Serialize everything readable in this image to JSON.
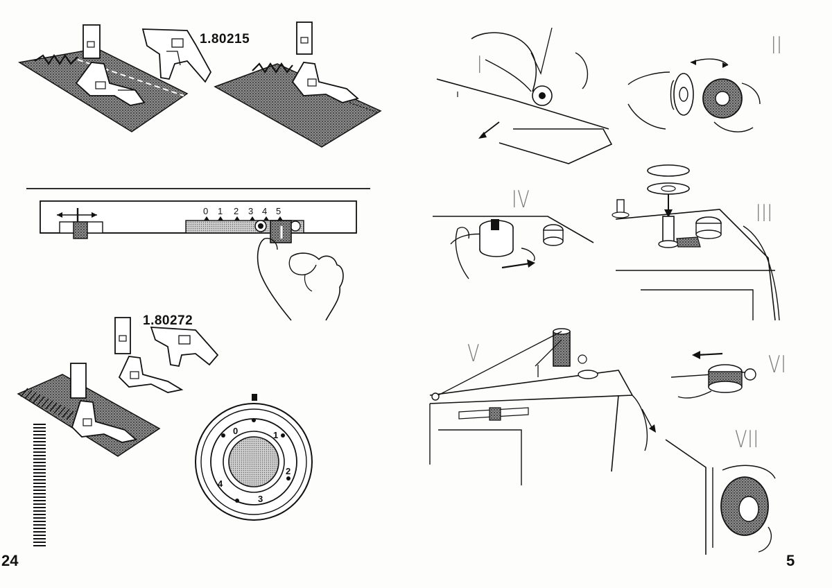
{
  "left_page": {
    "part_numbers": [
      "1.80215",
      "1.80272"
    ],
    "stitch_width_scale": [
      "0",
      "1",
      "2",
      "3",
      "4",
      "5"
    ],
    "dial_numbers": [
      "0",
      "1",
      "2",
      "3",
      "4"
    ],
    "page_number": "24"
  },
  "right_page": {
    "steps": [
      "I",
      "II",
      "III",
      "IV",
      "V",
      "VI",
      "VII"
    ],
    "page_number": "5"
  },
  "colors": {
    "ink": "#111111",
    "hatch": "#555555",
    "step_label": "#7a7a7a",
    "paper": "#fdfdfc"
  }
}
